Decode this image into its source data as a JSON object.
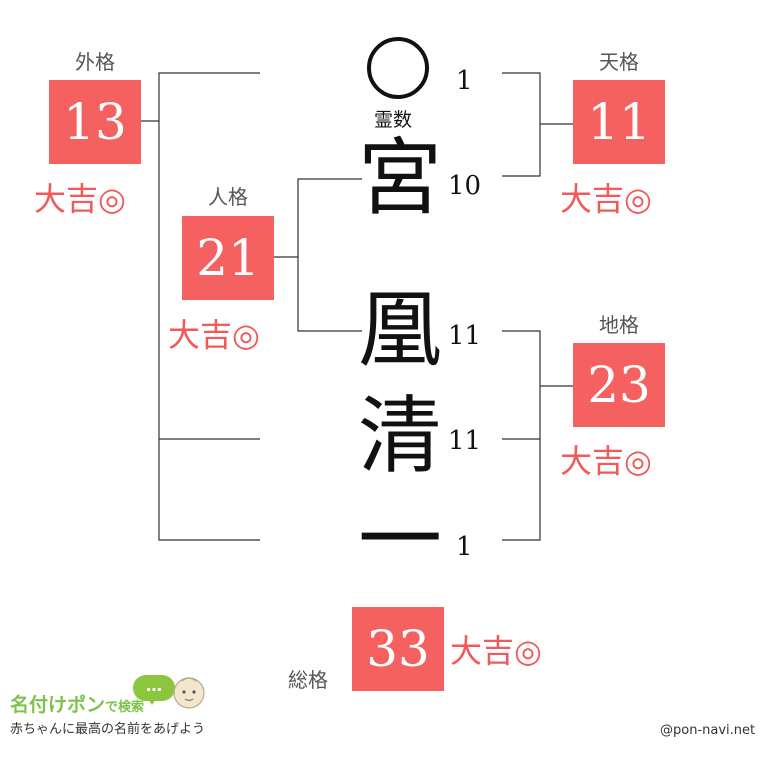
{
  "reisu": {
    "label": "霊数",
    "stroke": "1"
  },
  "name": [
    {
      "char": "宮",
      "stroke": "10"
    },
    {
      "char": "凰",
      "stroke": "11"
    },
    {
      "char": "清",
      "stroke": "11"
    },
    {
      "char": "一",
      "stroke": "1"
    }
  ],
  "gaikaku": {
    "label": "外格",
    "value": "13",
    "fortune": "大吉◎"
  },
  "tenkaku": {
    "label": "天格",
    "value": "11",
    "fortune": "大吉◎"
  },
  "jinkaku": {
    "label": "人格",
    "value": "21",
    "fortune": "大吉◎"
  },
  "chikaku": {
    "label": "地格",
    "value": "23",
    "fortune": "大吉◎"
  },
  "soukaku": {
    "label": "総格",
    "value": "33",
    "fortune": "大吉◎"
  },
  "logo": {
    "title": "名付けポン",
    "title_suffix": "で検索",
    "bubble": "…",
    "subtitle": "赤ちゃんに最高の名前をあげよう"
  },
  "credit": "@pon-navi.net",
  "colors": {
    "accent": "#f56060",
    "fortune_text": "#f05a5a",
    "logo_green": "#7dc34a"
  }
}
